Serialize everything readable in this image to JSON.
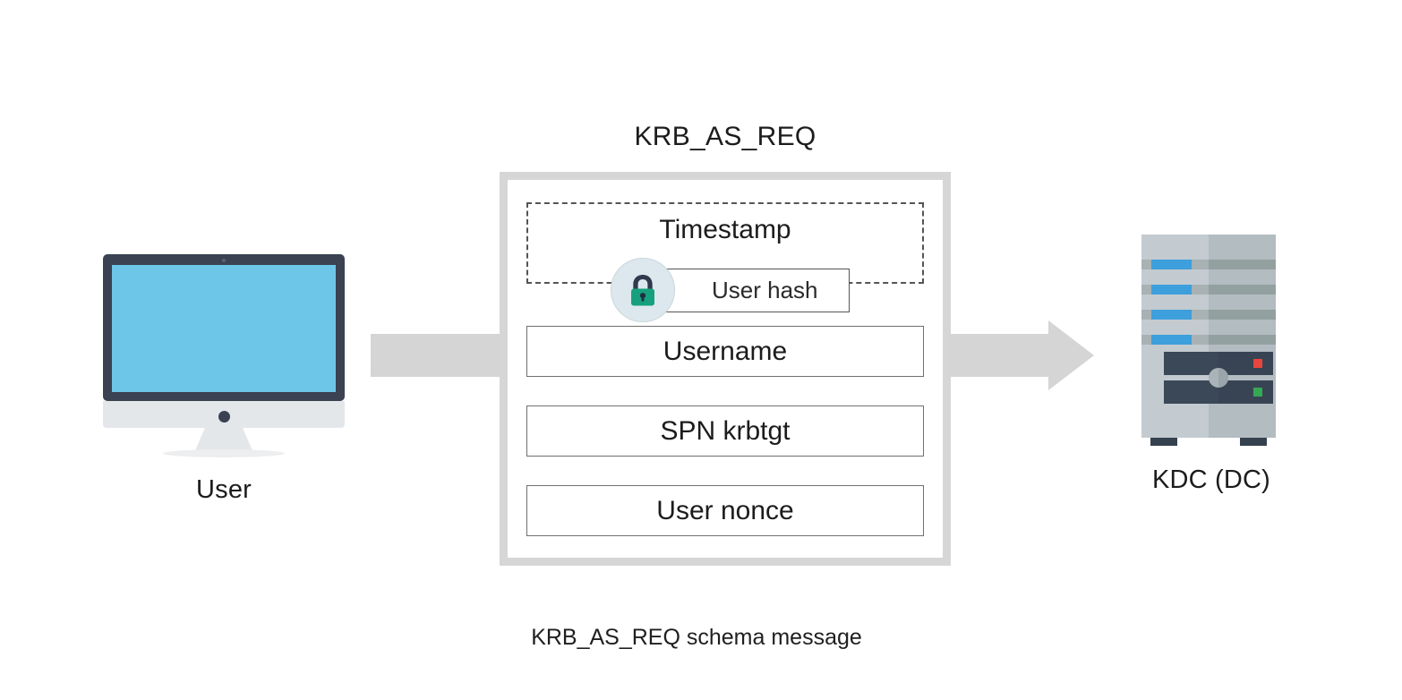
{
  "diagram": {
    "title": "KRB_AS_REQ",
    "caption": "KRB_AS_REQ schema message",
    "nodes": {
      "user": {
        "label": "User",
        "icon": "desktop-monitor-icon",
        "screen_color": "#6dc6e8",
        "frame_color": "#3b4252"
      },
      "kdc": {
        "label": "KDC (DC)",
        "icon": "server-tower-icon",
        "body_color": "#c3cbd1",
        "accent_color": "#3d9fdb",
        "led_red": "#e8453c",
        "led_green": "#34a853"
      }
    },
    "arrows": {
      "left_connector": {
        "name": "user-to-message-bar",
        "color": "#d5d5d5"
      },
      "right_arrow": {
        "name": "message-to-kdc-arrow",
        "color": "#d5d5d5"
      }
    },
    "message": {
      "box_border_color": "#d6d6d6",
      "encrypted_block": {
        "label": "Timestamp",
        "border_style": "dashed",
        "badge": {
          "icon": "lock-icon",
          "circle_color": "#dce8ee",
          "lock_color": "#17a07e",
          "shackle_color": "#2f3b4c"
        },
        "key_label": "User hash"
      },
      "fields": [
        {
          "label": "Username"
        },
        {
          "label": "SPN krbtgt"
        },
        {
          "label": "User nonce"
        }
      ]
    }
  }
}
